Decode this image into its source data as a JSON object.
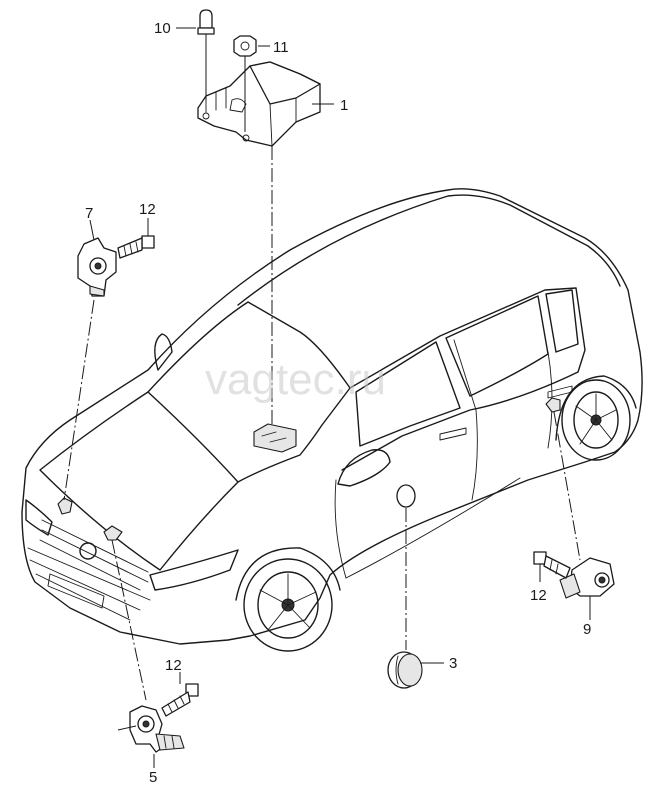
{
  "watermark": "vagtec.ru",
  "callouts": [
    {
      "id": "c1",
      "label": "1"
    },
    {
      "id": "c3",
      "label": "3"
    },
    {
      "id": "c5",
      "label": "5"
    },
    {
      "id": "c7",
      "label": "7"
    },
    {
      "id": "c9",
      "label": "9"
    },
    {
      "id": "c10",
      "label": "10"
    },
    {
      "id": "c11",
      "label": "11"
    },
    {
      "id": "c12a",
      "label": "12"
    },
    {
      "id": "c12b",
      "label": "12"
    },
    {
      "id": "c12c",
      "label": "12"
    }
  ]
}
